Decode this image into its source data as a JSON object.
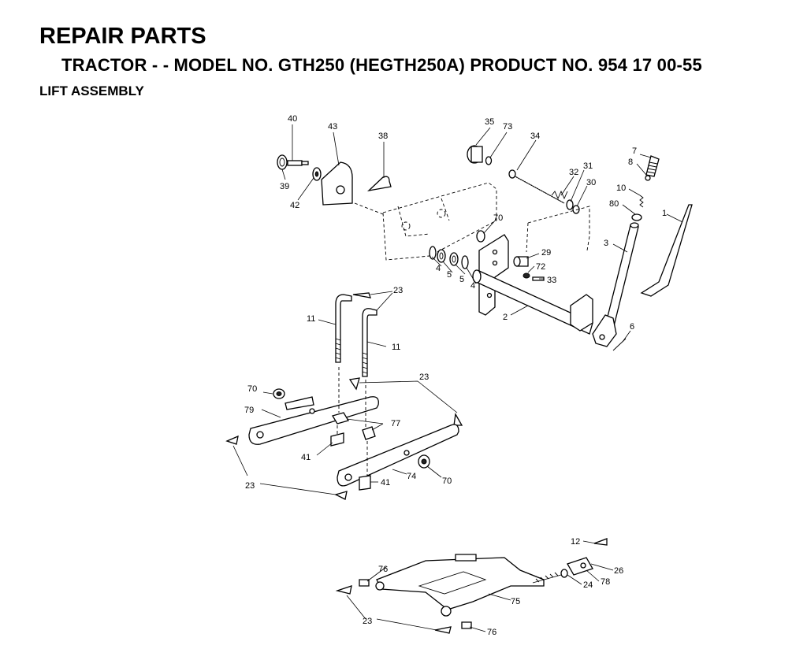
{
  "page": {
    "title": "REPAIR PARTS",
    "subtitle": "TRACTOR - - MODEL NO. GTH250 (HEGTH250A) PRODUCT NO. 954 17 00-55",
    "section": "LIFT ASSEMBLY"
  },
  "callouts": {
    "c40": "40",
    "c43": "43",
    "c38": "38",
    "c39": "39",
    "c42": "42",
    "c35": "35",
    "c73": "73",
    "c34": "34",
    "c32": "32",
    "c31": "31",
    "c30": "30",
    "c7": "7",
    "c8": "8",
    "c10": "10",
    "c80": "80",
    "c1": "1",
    "c3": "3",
    "c70a": "70",
    "c29": "29",
    "c72": "72",
    "c33": "33",
    "c4a": "4",
    "c5a": "5",
    "c5b": "5",
    "c4b": "4",
    "c2": "2",
    "c6": "6",
    "c23a": "23",
    "c11a": "11",
    "c11b": "11",
    "c23b": "23",
    "c70b": "70",
    "c79": "79",
    "c77": "77",
    "c41a": "41",
    "c74": "74",
    "c70c": "70",
    "c41b": "41",
    "c23c": "23",
    "c12": "12",
    "c76a": "76",
    "c26": "26",
    "c24": "24",
    "c78": "78",
    "c75": "75",
    "c23d": "23",
    "c76b": "76"
  }
}
